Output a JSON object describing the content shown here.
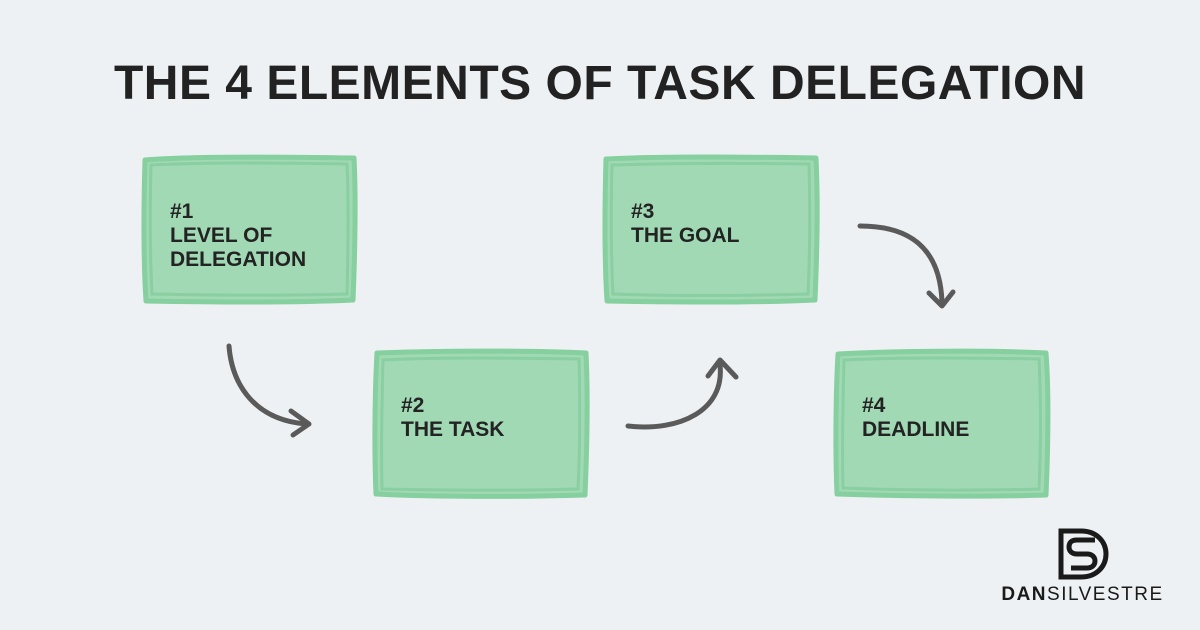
{
  "title": "THE 4 ELEMENTS OF TASK DELEGATION",
  "steps": [
    {
      "number": "#1",
      "label": "LEVEL OF\nDELEGATION"
    },
    {
      "number": "#2",
      "label": "THE TASK"
    },
    {
      "number": "#3",
      "label": "THE GOAL"
    },
    {
      "number": "#4",
      "label": "DEADLINE"
    }
  ],
  "logo": {
    "text_bold": "DAN",
    "text_light": "SILVESTRE"
  },
  "colors": {
    "background": "#eef1f4",
    "box_fill": "#a1d9b5",
    "box_stroke": "#7fcb98",
    "arrow": "#5a5a5a",
    "text": "#222222"
  }
}
